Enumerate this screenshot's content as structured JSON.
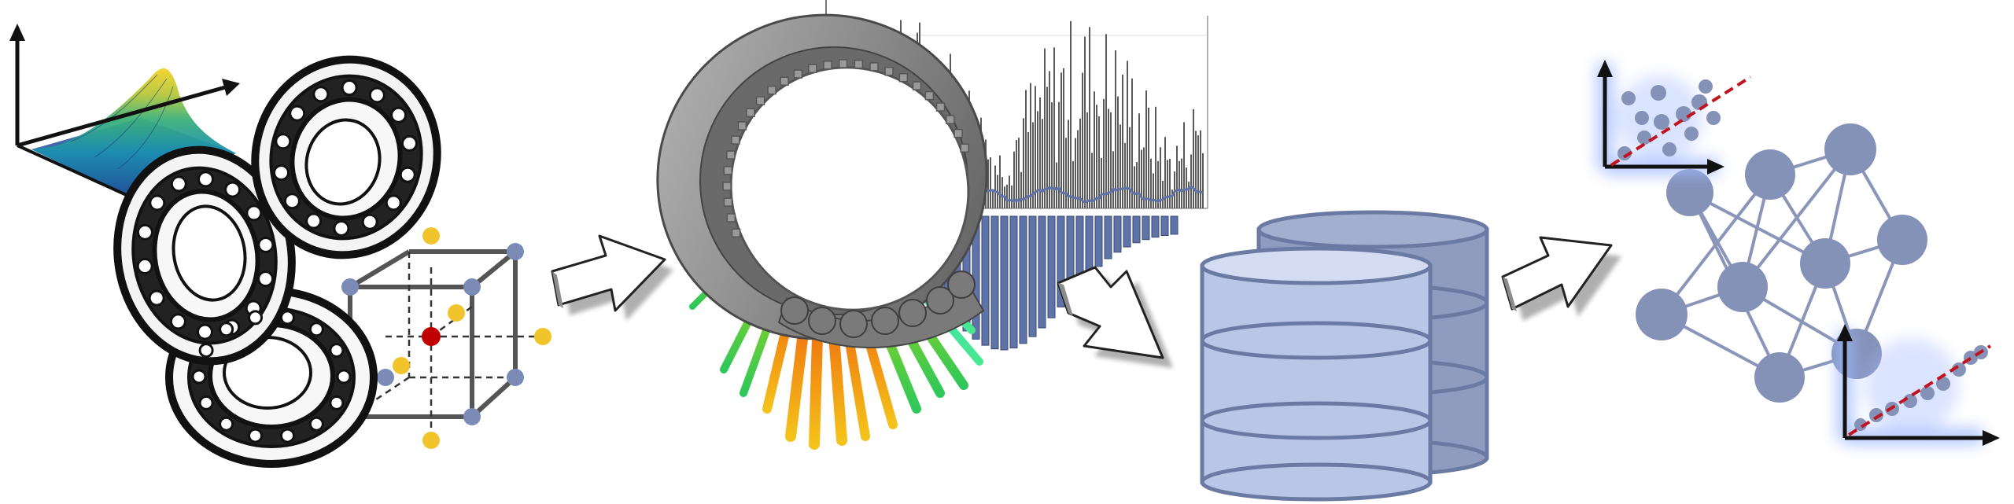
{
  "colors": {
    "background": "#ffffff",
    "ink": "#111111",
    "bearing_fill": "#f4f4f4",
    "lattice_node": "#7b8bb5",
    "lattice_center": "#c00000",
    "lattice_yellow": "#f2c42b",
    "ring_gray": "#8a8a8a",
    "ring_dark": "#5e5e5e",
    "spectrum_gray": "#5a5a5a",
    "spectrum_blue": "#5f73a8",
    "db_fill": "#b9c6e8",
    "db_back_fill": "#8f9cc0",
    "db_stroke": "#6b7aa3",
    "nn_node": "#8592b8",
    "nn_edge": "#8a96b9",
    "glow": "#9fb8ff",
    "trend_red": "#c0141e",
    "arrow_fill": "#ffffff",
    "arrow_shade": "#8c8c8c"
  },
  "icons": {
    "surface_plot": "surface-plot-icon",
    "bearings": "ball-bearing-icon",
    "lattice": "sampling-cube-icon",
    "fem_ring": "bearing-ring-fem-icon",
    "spectrum": "vibration-spectrum-icon",
    "database": "database-icon",
    "network": "neural-network-icon",
    "scatter": "regression-scatter-icon",
    "arrow": "flow-arrow-icon"
  },
  "stages": [
    {
      "id": "design-of-experiments",
      "icon": "ball-bearing-icon"
    },
    {
      "id": "simulation",
      "icon": "bearing-ring-fem-icon"
    },
    {
      "id": "data-storage",
      "icon": "database-icon"
    },
    {
      "id": "machine-learning",
      "icon": "neural-network-icon"
    }
  ]
}
